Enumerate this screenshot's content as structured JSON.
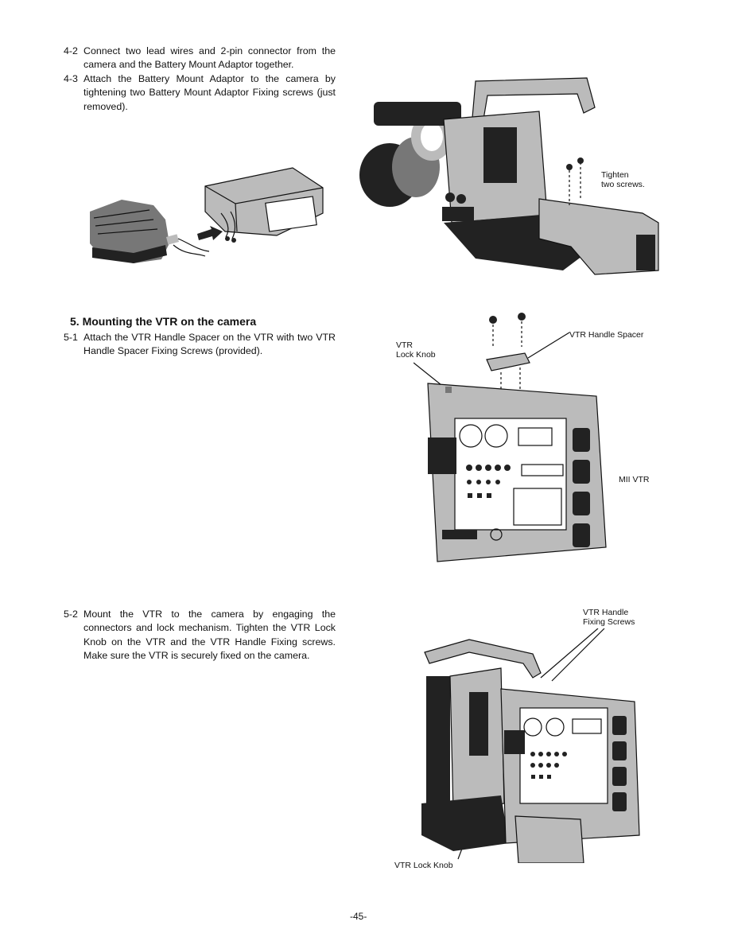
{
  "steps": {
    "s4_2": {
      "num": "4-2",
      "text": "Connect two lead wires and 2-pin connector from the camera and the Battery Mount Adaptor together."
    },
    "s4_3": {
      "num": "4-3",
      "text": "Attach the Battery Mount Adaptor to the camera by tightening two Battery Mount Adaptor Fixing screws (just removed)."
    },
    "s5_1": {
      "num": "5-1",
      "text": "Attach the VTR Handle Spacer on the VTR with two VTR Handle Spacer Fixing Screws (provided)."
    },
    "s5_2": {
      "num": "5-2",
      "text": "Mount the VTR to the camera by engaging the connectors and lock mechanism. Tighten the VTR Lock Knob on the VTR and the VTR Handle Fixing screws. Make sure the VTR is securely fixed on the camera."
    }
  },
  "section5": {
    "number": "5.",
    "title": "Mounting the VTR on the camera"
  },
  "callouts": {
    "tighten_line1": "Tighten",
    "tighten_line2": "two screws.",
    "vtr_line1": "VTR",
    "vtr_line2": "Lock Knob",
    "vtr_handle_spacer": "VTR Handle Spacer",
    "mii_vtr": "MII VTR",
    "vtr_handle_line1": "VTR Handle",
    "vtr_handle_line2": "Fixing Screws",
    "vtr_lock_knob": "VTR Lock Knob"
  },
  "page_number": "-45-"
}
